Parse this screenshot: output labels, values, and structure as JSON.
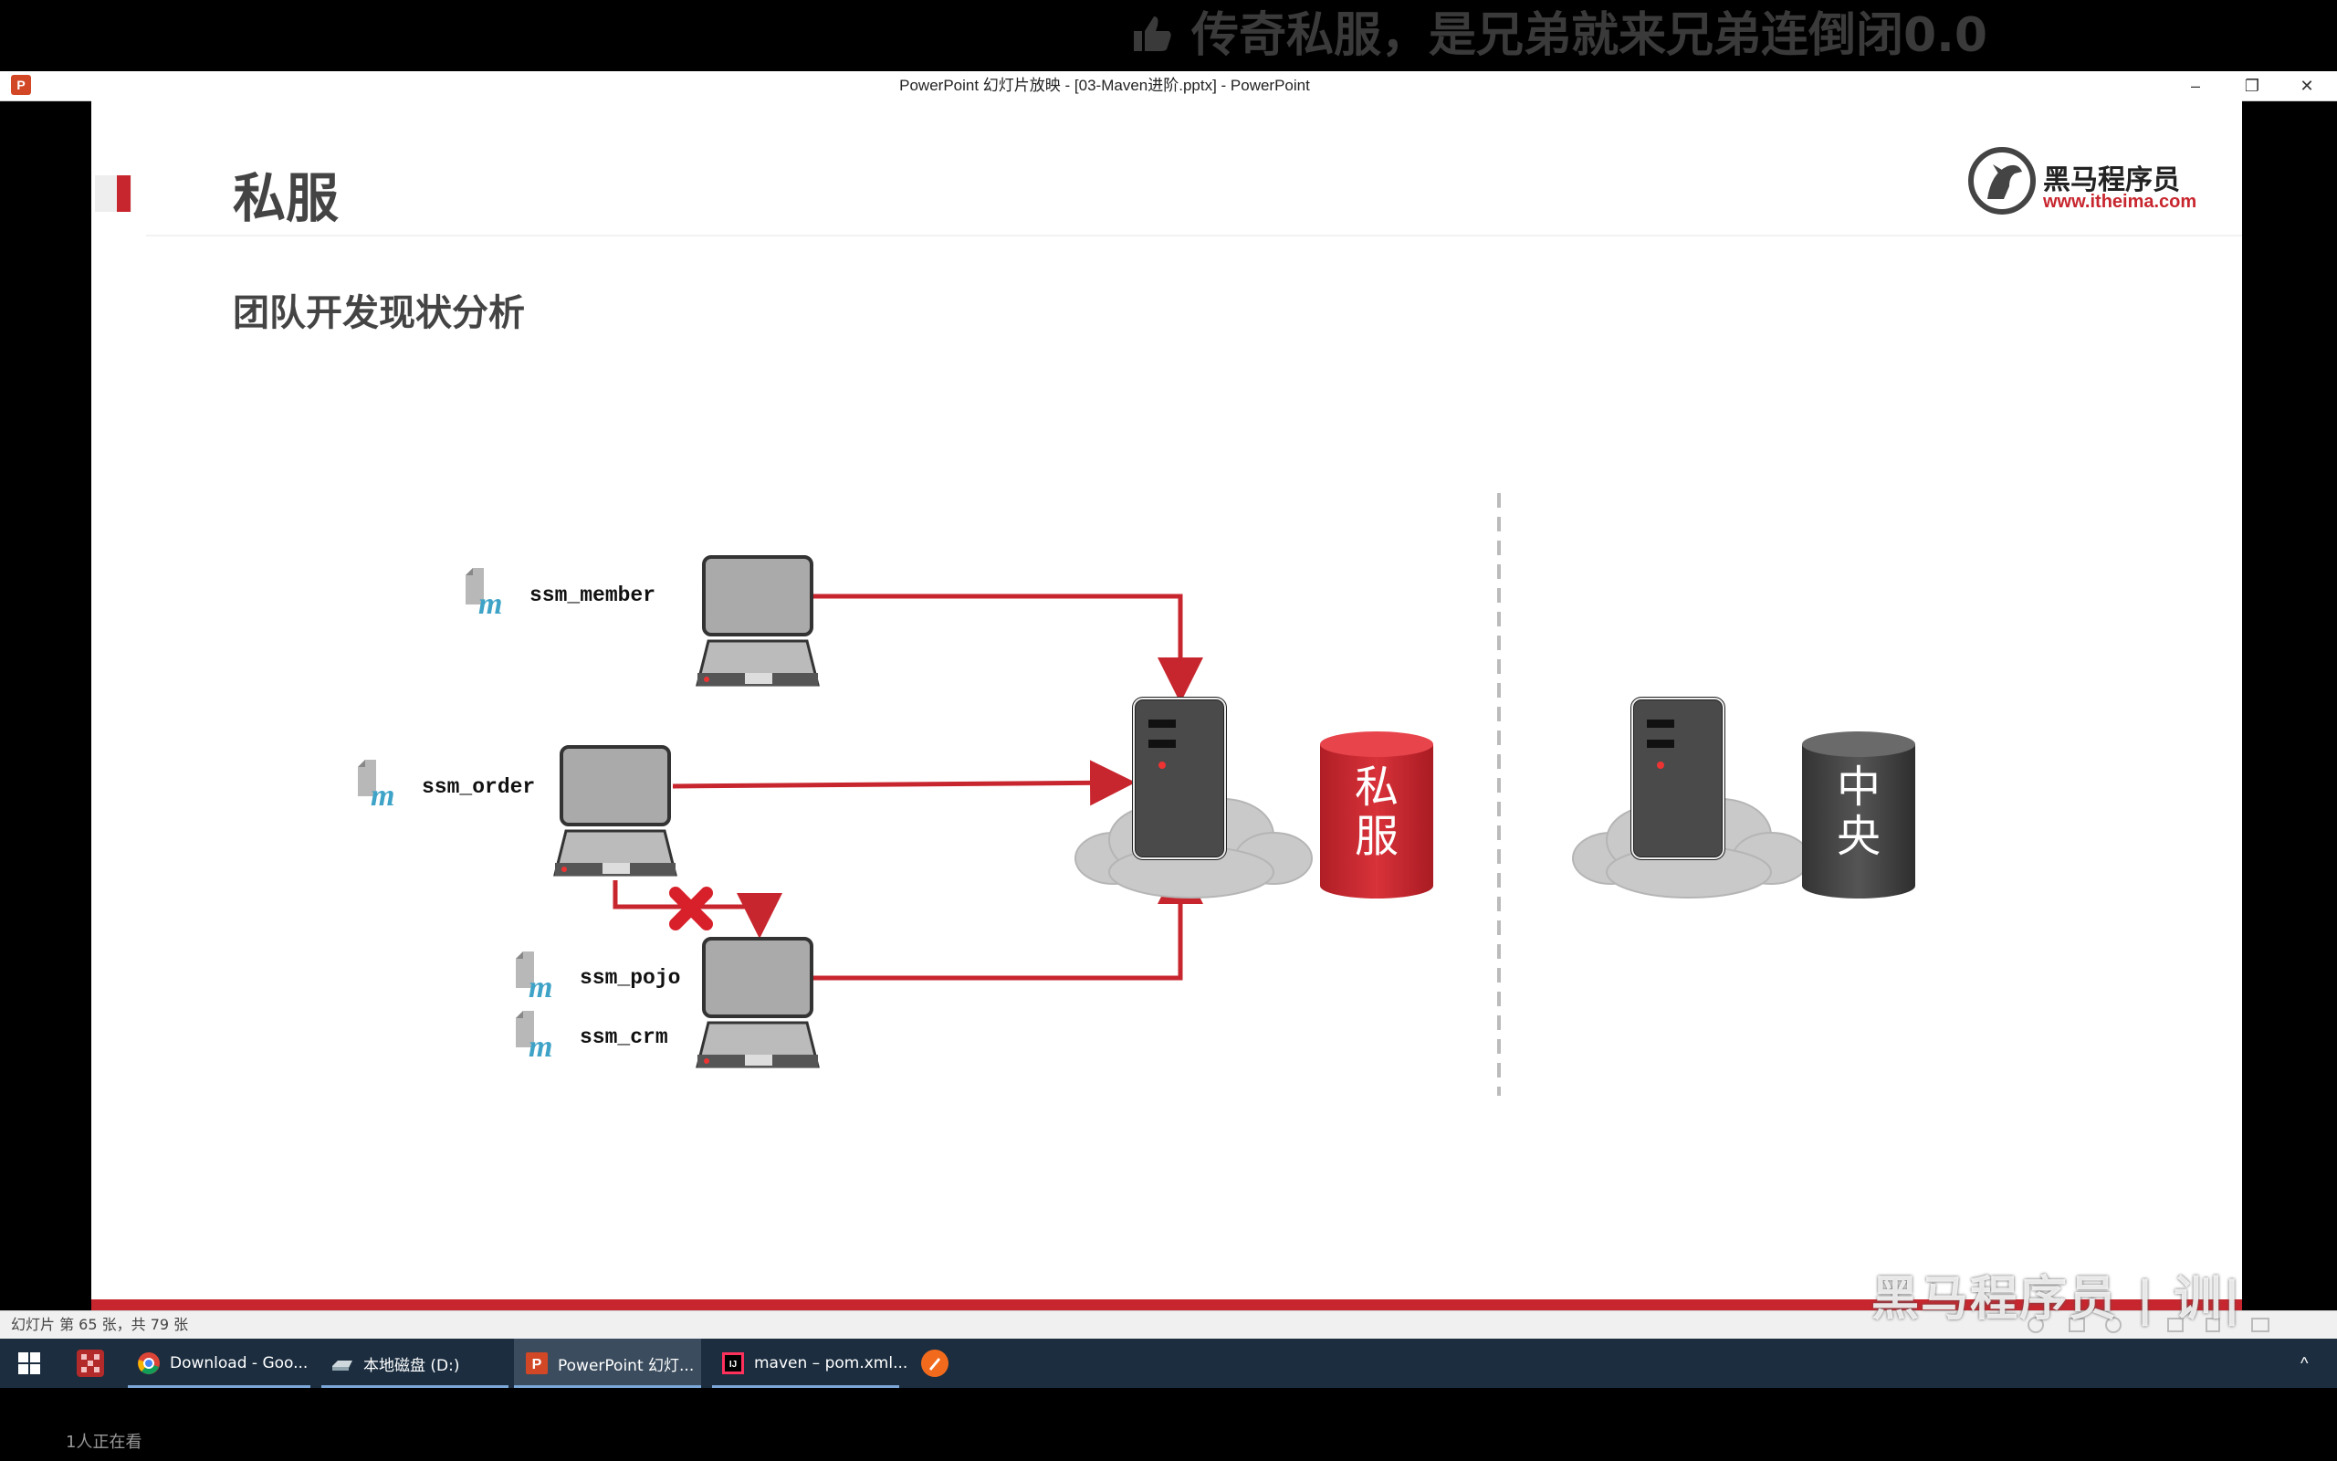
{
  "banner": {
    "text": "传奇私服，是兄弟就来兄弟连倒闭0.0",
    "icon": "thumbs-up-icon"
  },
  "window": {
    "title": "PowerPoint 幻灯片放映 - [03-Maven进阶.pptx] - PowerPoint",
    "app_icon": "P",
    "controls": {
      "minimize": "–",
      "restore": "❐",
      "close": "✕"
    }
  },
  "slide": {
    "title": "私服",
    "subtitle": "团队开发现状分析",
    "logo": {
      "cn": "黑马程序员",
      "url": "www.itheima.com",
      "icon": "horse-logo-icon"
    },
    "projects": {
      "member": "ssm_member",
      "order": "ssm_order",
      "pojo": "ssm_pojo",
      "crm": "ssm_crm"
    },
    "private_repo": {
      "line1": "私",
      "line2": "服",
      "color": "#c8262e"
    },
    "central_repo": {
      "line1": "中",
      "line2": "央",
      "color": "#444444"
    },
    "accent_color": "#c8262e"
  },
  "status": {
    "slide_counter": "幻灯片 第 65 张，共 79 张"
  },
  "watermark": "黑马程序员 | 训|",
  "taskbar": {
    "items": [
      {
        "label": "Download - Goo...",
        "icon": "chrome-icon"
      },
      {
        "label": "本地磁盘 (D:)",
        "icon": "drive-icon"
      },
      {
        "label": "PowerPoint 幻灯...",
        "icon": "powerpoint-icon"
      },
      {
        "label": "maven – pom.xml...",
        "icon": "intellij-icon"
      }
    ],
    "tray_arrow": "^"
  },
  "viewers": "1人正在看"
}
